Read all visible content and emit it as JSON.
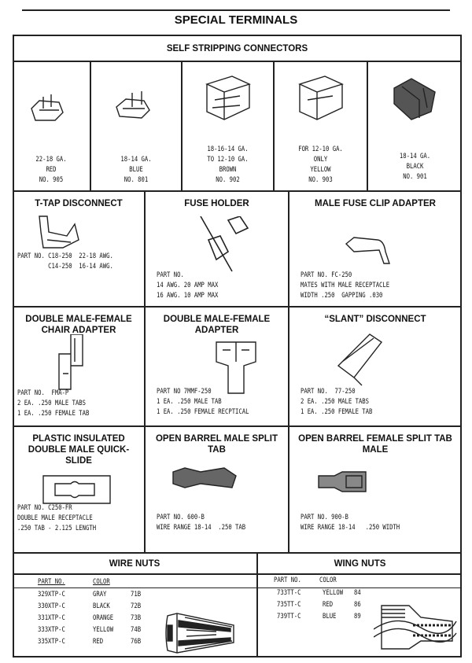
{
  "page_title": "SPECIAL TERMINALS",
  "self_stripping": {
    "title": "SELF STRIPPING CONNECTORS",
    "items": [
      {
        "lines": [
          "22-18 GA.",
          "RED",
          "NO. 905"
        ]
      },
      {
        "lines": [
          "18-14 GA.",
          "BLUE",
          "NO. 801"
        ]
      },
      {
        "lines": [
          "18-16-14 GA.",
          "TO 12-10 GA.",
          "BROWN",
          "NO. 902"
        ]
      },
      {
        "lines": [
          "FOR 12-10 GA.",
          "ONLY",
          "YELLOW",
          "NO. 903"
        ]
      },
      {
        "lines": [
          "18-14 GA.",
          "BLACK",
          "NO. 901"
        ]
      }
    ]
  },
  "cells": [
    {
      "title": "T-TAP DISCONNECT",
      "lines": [
        "PART NO. C18-250  22-18 AWG.",
        "         C14-250  16-14 AWG."
      ]
    },
    {
      "title": "FUSE HOLDER",
      "lines": [
        "PART NO.",
        "14 AWG. 20 AMP MAX",
        "16 AWG. 10 AMP MAX"
      ]
    },
    {
      "title": "MALE FUSE CLIP ADAPTER",
      "lines": [
        "PART NO. FC-250",
        "MATES WITH MALE RECEPTACLE",
        "WIDTH .250  GAPPING .030"
      ]
    },
    {
      "title": "DOUBLE MALE-FEMALE CHAIR ADAPTER",
      "lines": [
        "PART NO.  FMA-P",
        "2 EA. .250 MALE TABS",
        "1 EA. .250 FEMALE TAB"
      ]
    },
    {
      "title": "DOUBLE MALE-FEMALE ADAPTER",
      "lines": [
        "PART NO 7MMF-250",
        "1 EA. .250 MALE TAB",
        "1 EA. .250 FEMALE RECPTICAL"
      ]
    },
    {
      "title": "“SLANT” DISCONNECT",
      "lines": [
        "PART NO.  77-250",
        "2 EA. .250 MALE TABS",
        "1 EA. .250 FEMALE TAB"
      ]
    },
    {
      "title": "PLASTIC INSULATED DOUBLE MALE QUICK-SLIDE",
      "lines": [
        "PART NO. C250-FR",
        "DOUBLE MALE RECEPTACLE",
        ".250 TAB - 2.125 LENGTH"
      ]
    },
    {
      "title": "OPEN BARREL MALE SPLIT TAB",
      "lines": [
        "PART NO. 600-B",
        "WIRE RANGE 18-14  .250 TAB"
      ]
    },
    {
      "title": "OPEN BARREL FEMALE SPLIT TAB MALE",
      "lines": [
        "PART NO. 900-B",
        "WIRE RANGE 18-14   .250 WIDTH"
      ]
    }
  ],
  "wire_nuts": {
    "title": "WIRE NUTS",
    "col_part": "PART NO.",
    "col_color": "COLOR",
    "rows": [
      [
        "329XTP-C",
        "GRAY",
        "71B"
      ],
      [
        "330XTP-C",
        "BLACK",
        "72B"
      ],
      [
        "331XTP-C",
        "ORANGE",
        "73B"
      ],
      [
        "333XTP-C",
        "YELLOW",
        "74B"
      ],
      [
        "335XTP-C",
        "RED",
        "76B"
      ]
    ]
  },
  "wing_nuts": {
    "title": "WING NUTS",
    "col_part": "PART NO.",
    "col_color": "COLOR",
    "rows": [
      [
        "733TT-C",
        "YELLOW",
        "84"
      ],
      [
        "735TT-C",
        "RED",
        "86"
      ],
      [
        "739TT-C",
        "BLUE",
        "89"
      ]
    ]
  }
}
